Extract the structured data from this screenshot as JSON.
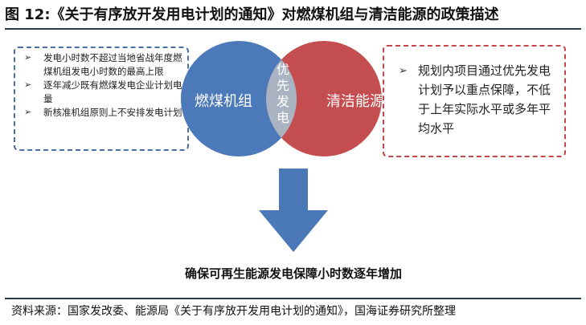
{
  "title": "图 12:《关于有序放开发用电计划的通知》对燃煤机组与清洁能源的政策描述",
  "venn": {
    "left_label": "燃煤机组",
    "right_label": "清洁能源",
    "overlap_label": "优先发电",
    "colors": {
      "left": "#4b79b9",
      "right": "#c44e4f",
      "overlap": "#a9b3c1"
    }
  },
  "left_box": {
    "items": [
      "发电小时数不超过当地省战年度燃煤机组发电小时数的最高上限",
      "逐年减少既有燃煤发电企业计划电量",
      "新核准机组原则上不安排发电计划"
    ]
  },
  "right_box": {
    "items": [
      "规划内项目通过优先发电计划予以重点保障，不低于上年实际水平或多年平均水平"
    ]
  },
  "arrow": {
    "color": "#4a78b8"
  },
  "result": "确保可再生能源发电保障小时数逐年增加",
  "source": "资料来源：国家发改委、能源局《关于有序放开发用电计划的通知》，国海证券研究所整理"
}
